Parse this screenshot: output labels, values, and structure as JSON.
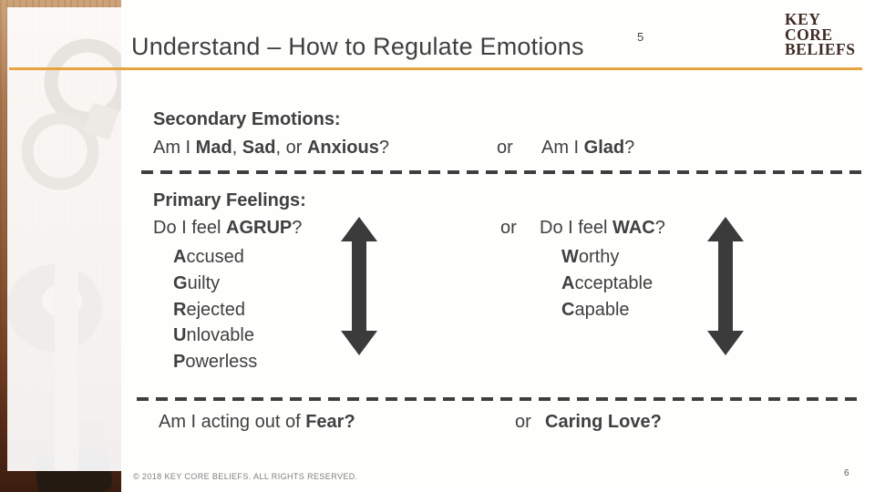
{
  "header": {
    "title": "Understand – How to Regulate Emotions",
    "page_superscript": "5",
    "logo_lines": [
      "KEY",
      "CORE",
      "BELIEFS"
    ]
  },
  "colors": {
    "accent_orange": "#E8A33D",
    "text_dark": "#404040",
    "logo_brown": "#3E2A24",
    "arrow_gray": "#3B3B3B"
  },
  "secondary": {
    "heading": "Secondary Emotions:",
    "left": {
      "s0": "Am I ",
      "s1": "Mad",
      "s2": ", ",
      "s3": "Sad",
      "s4": ", or ",
      "s5": "Anxious",
      "s6": "?"
    },
    "or": "or",
    "right": {
      "s0": "Am I ",
      "s1": "Glad",
      "s2": "?"
    }
  },
  "primary": {
    "heading": "Primary Feelings:",
    "left": {
      "s0": "Do I feel ",
      "s1": "AGRUP",
      "s2": "?"
    },
    "or": "or",
    "right": {
      "s0": "Do I feel ",
      "s1": "WAC",
      "s2": "?"
    },
    "left_list": [
      {
        "lead": "A",
        "rest": "ccused"
      },
      {
        "lead": "G",
        "rest": "uilty"
      },
      {
        "lead": "R",
        "rest": "ejected"
      },
      {
        "lead": "U",
        "rest": "nlovable"
      },
      {
        "lead": "P",
        "rest": "owerless"
      }
    ],
    "right_list": [
      {
        "lead": "W",
        "rest": "orthy"
      },
      {
        "lead": "A",
        "rest": "cceptable"
      },
      {
        "lead": "C",
        "rest": "apable"
      }
    ]
  },
  "bottom": {
    "left": {
      "s0": "Am I acting out of ",
      "s1": "Fear?"
    },
    "or": "or",
    "right": "Caring Love?"
  },
  "footer": {
    "copyright": "© 2018 KEY CORE BELIEFS. ALL RIGHTS RESERVED.",
    "slide_number": "6"
  }
}
